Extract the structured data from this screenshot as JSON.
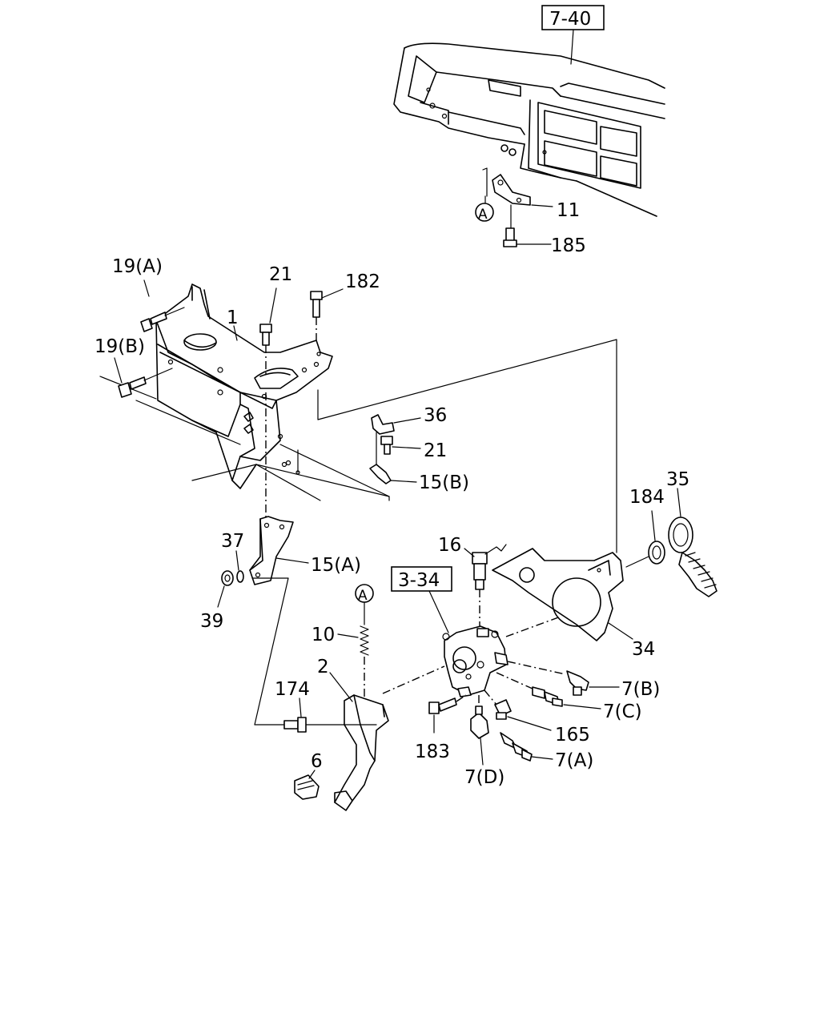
{
  "refs": {
    "top_ref": "7-40",
    "valve_ref": "3-34"
  },
  "circle_marker": "A",
  "callouts": [
    {
      "id": "c11",
      "text": "11"
    },
    {
      "id": "c185",
      "text": "185"
    },
    {
      "id": "c19a",
      "text": "19(A)"
    },
    {
      "id": "c21a",
      "text": "21"
    },
    {
      "id": "c182",
      "text": "182"
    },
    {
      "id": "c1",
      "text": "1"
    },
    {
      "id": "c19b",
      "text": "19(B)"
    },
    {
      "id": "c36",
      "text": "36"
    },
    {
      "id": "c21b",
      "text": "21"
    },
    {
      "id": "c15b",
      "text": "15(B)"
    },
    {
      "id": "c35",
      "text": "35"
    },
    {
      "id": "c184",
      "text": "184"
    },
    {
      "id": "c37",
      "text": "37"
    },
    {
      "id": "c15a",
      "text": "15(A)"
    },
    {
      "id": "c16",
      "text": "16"
    },
    {
      "id": "c39",
      "text": "39"
    },
    {
      "id": "c34",
      "text": "34"
    },
    {
      "id": "c10",
      "text": "10"
    },
    {
      "id": "c2",
      "text": "2"
    },
    {
      "id": "c174",
      "text": "174"
    },
    {
      "id": "c7b",
      "text": "7(B)"
    },
    {
      "id": "c7c",
      "text": "7(C)"
    },
    {
      "id": "c165",
      "text": "165"
    },
    {
      "id": "c183",
      "text": "183"
    },
    {
      "id": "c7a",
      "text": "7(A)"
    },
    {
      "id": "c7d",
      "text": "7(D)"
    },
    {
      "id": "c6",
      "text": "6"
    }
  ]
}
